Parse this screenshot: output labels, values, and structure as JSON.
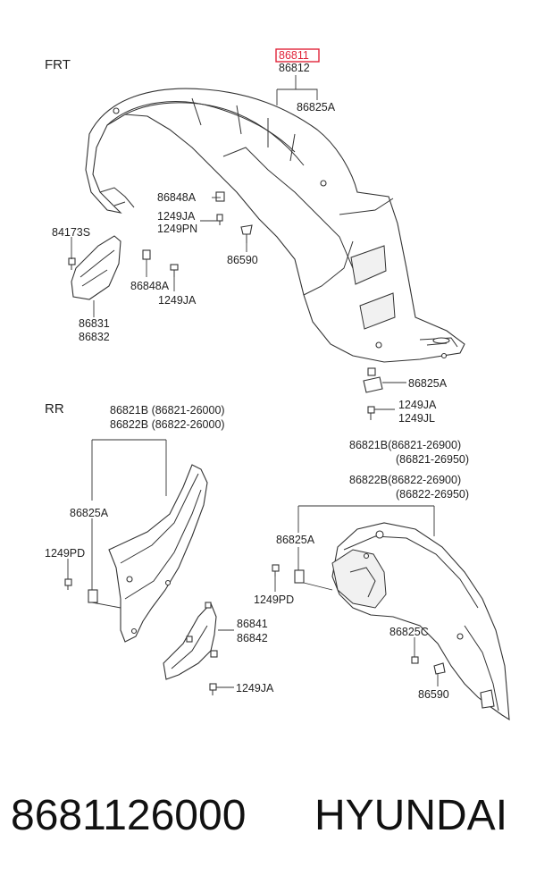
{
  "sections": {
    "front": "FRT",
    "rear": "RR"
  },
  "front_labels": {
    "highlight": "86811",
    "p86812": "86812",
    "p86825a_top": "86825A",
    "p86848a_1": "86848A",
    "p1249ja_1": "1249JA",
    "p1249pn": "1249PN",
    "p84173s": "84173S",
    "p86590": "86590",
    "p86848a_2": "86848A",
    "p1249ja_2": "1249JA",
    "p86831": "86831",
    "p86832": "86832",
    "p86825a_bottom": "86825A",
    "p1249ja_3": "1249JA",
    "p1249jl": "1249JL"
  },
  "rear_labels": {
    "l86821b": "86821B (86821-26000)",
    "l86822b": "86822B (86822-26000)",
    "p86825a_left": "86825A",
    "p1249pd_left": "1249PD",
    "p86841": "86841",
    "p86842": "86842",
    "p1249ja": "1249JA",
    "r86821b_1": "86821B(86821-26900)",
    "r86821b_2": "(86821-26950)",
    "r86822b_1": "86822B(86822-26900)",
    "r86822b_2": "(86822-26950)",
    "p86825a_right": "86825A",
    "p1249pd_right": "1249PD",
    "p86825c": "86825C",
    "p86590": "86590"
  },
  "footer": {
    "part_number": "8681126000",
    "brand": "HYUNDAI"
  },
  "colors": {
    "highlight": "#e0243a"
  }
}
